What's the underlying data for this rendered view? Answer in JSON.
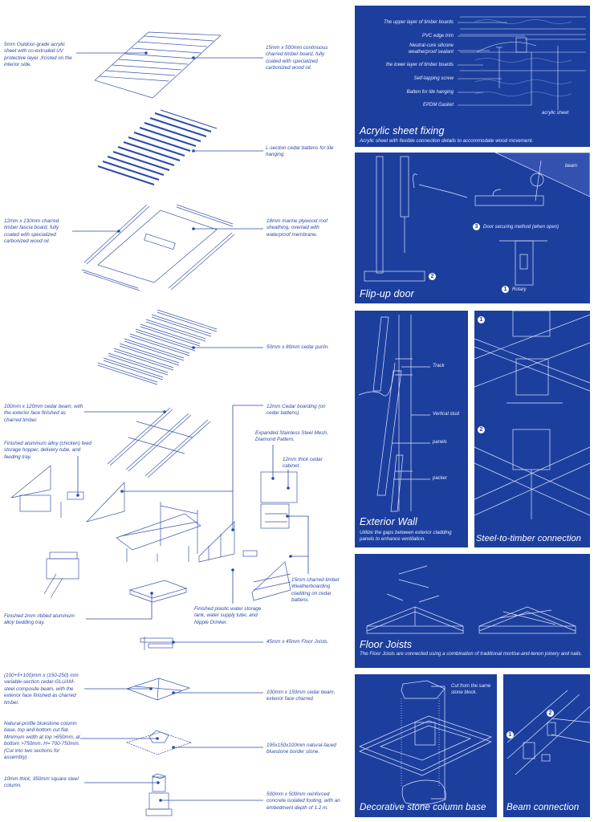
{
  "exploded_labels": {
    "acrylic": "5mm Outdoor-grade acrylic sheet with co-extruded UV protective layer ,frosted on the interior side.",
    "timber_board": "15mm x 500mm continuous charred timber board, fully coated with specialized carbonized wood oil.",
    "battens": "L-section cedar battens for tile hanging.",
    "fascia": "12mm x 130mm charred timber fascia board, fully coated with specialized carbonized wood oil.",
    "plywood": "18mm marine plywood roof sheathing, overlaid with waterproof membrane.",
    "purlin": "50mm x 80mm cedar purlin.",
    "cedar_beam": "100mm x 120mm cedar beam, with the exterior face finished as charred timber.",
    "cedar_boarding": "12mm Cedar boarding (on cedar battens).",
    "feeder": "Finished aluminum alloy (chicken) feed storage hopper, delivery tube, and feeding tray.",
    "mesh": "Expanded Stainless Steel Mesh, Diamond Pattern.",
    "cabinet": "12mm thick cedar cabinet.",
    "weatherboarding": "15mm  charred timber Weatherboarding cladding on cedar battens.",
    "water_tank": "Finished plastic water storage tank, water supply tube, and Nipple Drinker.",
    "bedding_tray": "Finished 2mm ribbed aluminum alloy bedding tray.",
    "floor_joists": "45mm x 45mm Floor Joists.",
    "composite_beam": "(100+5+100)mm x (150-250) mm variable-section cedar-GLUAM-steel composite beam, with the exterior face finished as charred timber.",
    "cedar_beam_150": "100mm x 150mm cedar beam, exterior face charred.",
    "bluestone_base": "Natural-profile bluestone column base, top and bottom cut flat. Minimum width at top >650mm, at bottom >750mm. H= 700-750mm.(Cut into two sections for assembly)",
    "border_stone": "195x150x100mm natural-faced bluestone border stone.",
    "steel_column": "10mm thick, 350mm square steel column.",
    "footing": "500mm x 500mm reinforced concrete isolated footing, with an embedment depth of 1.2 m."
  },
  "panels": {
    "acrylic": {
      "title": "Acrylic sheet fixing",
      "desc": "Acrylic sheet with flexible connection details to accommodate wood movement.",
      "labels": [
        "The upper layer of timber boards",
        "PVC edge trim",
        "Neutral-cure silicone weatherproof sealant",
        "the lower layer of timber boards",
        "Self-tapping screw",
        "Batten for tile hanging",
        "EPDM Gasket"
      ],
      "sheet_label": "acrylic sheet"
    },
    "door": {
      "title": "Flip-up door",
      "beam": "beam",
      "n1": "1",
      "rotary": "Rotary",
      "n2": "2",
      "n3": "3",
      "securing": "Door securing method (when open)"
    },
    "wall": {
      "title": "Exterior Wall",
      "desc": "Utilize the gaps between exterior cladding panels to enhance ventilation.",
      "track": "Track",
      "stud": "Vertical stud",
      "panels": "panels",
      "packer": "packer"
    },
    "steel": {
      "title": "Steel-to-timber connection",
      "n1": "1",
      "n2": "2"
    },
    "joists": {
      "title": "Floor Joists",
      "desc": "The Floor Joists are connected using a combination of traditional mortise-and-tenon joinery and  nails."
    },
    "stone": {
      "title": "Decorative stone column base",
      "cut": "Cut from the same stone block."
    },
    "beam": {
      "title": "Beam connection",
      "n1": "1",
      "n2": "2"
    }
  },
  "colors": {
    "blueprint": "#1c3f9e",
    "ink": "#2b4aa6"
  }
}
